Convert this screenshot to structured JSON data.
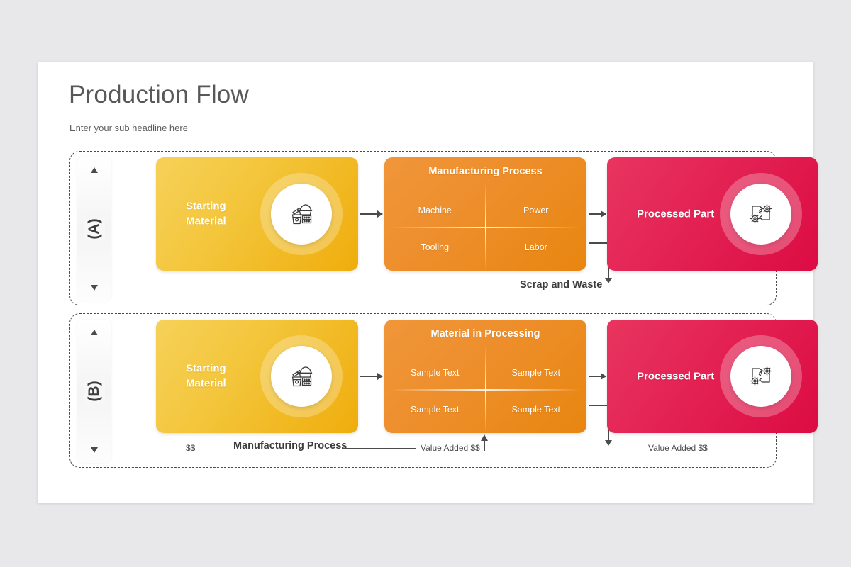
{
  "slide": {
    "title": "Production Flow",
    "subtitle": "Enter your sub headline here"
  },
  "colors": {
    "background": "#e8e8ea",
    "slide": "#ffffff",
    "yellow": "#f3c53a",
    "orange": "#ed8e2b",
    "pink": "#e32253",
    "text_dark": "#4c4c4e",
    "title": "#58585a"
  },
  "rows": [
    {
      "axis_label": "(A)",
      "start_panel": {
        "label": "Starting\nMaterial",
        "icon": "construction-materials-icon"
      },
      "process_panel": {
        "title": "Manufacturing Process",
        "cells": [
          "Machine",
          "Power",
          "Tooling",
          "Labor"
        ]
      },
      "end_panel": {
        "label": "Processed Part",
        "icon": "gears-process-icon"
      },
      "captions": {
        "scrap": "Scrap and Waste"
      }
    },
    {
      "axis_label": "(B)",
      "start_panel": {
        "label": "Starting\nMaterial",
        "icon": "construction-materials-icon"
      },
      "process_panel": {
        "title": "Material in Processing",
        "cells": [
          "Sample Text",
          "Sample Text",
          "Sample Text",
          "Sample Text"
        ]
      },
      "end_panel": {
        "label": "Processed Part",
        "icon": "gears-process-icon"
      },
      "captions": {
        "dollars": "$$",
        "manufacturing": "Manufacturing Process",
        "value_added_1": "Value Added $$",
        "value_added_2": "Value Added $$"
      }
    }
  ]
}
